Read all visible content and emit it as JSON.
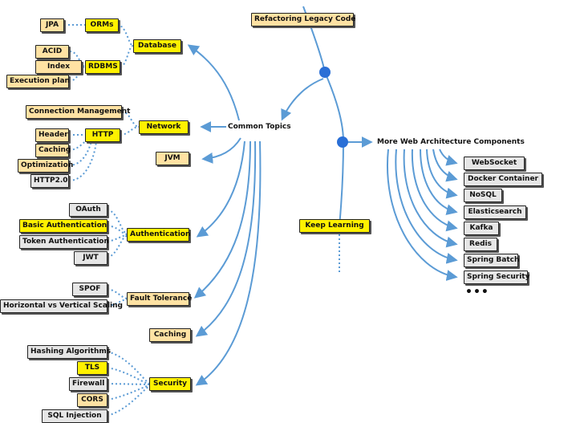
{
  "colors": {
    "line": "#5b9bd5",
    "node_primary": "#fff100",
    "node_secondary": "#ffe2a3",
    "node_leaf": "#e6e6e6"
  },
  "top": {
    "refactoring": "Refactoring Legacy Code"
  },
  "center": {
    "common_topics": "Common Topics"
  },
  "database": {
    "label": "Database",
    "orms": {
      "label": "ORMs",
      "items": [
        "JPA"
      ]
    },
    "rdbms": {
      "label": "RDBMS",
      "items": [
        "ACID",
        "Index",
        "Execution plan"
      ]
    }
  },
  "network": {
    "label": "Network",
    "connection_management": "Connection Management",
    "http": {
      "label": "HTTP",
      "items": [
        "Header",
        "Caching",
        "Optimization",
        "HTTP2.0"
      ]
    }
  },
  "jvm": {
    "label": "JVM"
  },
  "authentication": {
    "label": "Authentication",
    "items": [
      "OAuth",
      "Basic Authentication",
      "Token Authentication",
      "JWT"
    ]
  },
  "fault_tolerance": {
    "label": "Fault Tolerance",
    "items": [
      "SPOF",
      "Horizontal vs Vertical Scaling"
    ]
  },
  "caching": {
    "label": "Caching"
  },
  "security": {
    "label": "Security",
    "items": [
      "Hashing Algorithms",
      "TLS",
      "Firewall",
      "CORS",
      "SQL Injection"
    ]
  },
  "keep_learning": {
    "label": "Keep Learning"
  },
  "more_web": {
    "label": "More Web Architecture Components",
    "items": [
      "WebSocket",
      "Docker Container",
      "NoSQL",
      "Elasticsearch",
      "Kafka",
      "Redis",
      "Spring Batch",
      "Spring Security"
    ],
    "more": "•••"
  }
}
